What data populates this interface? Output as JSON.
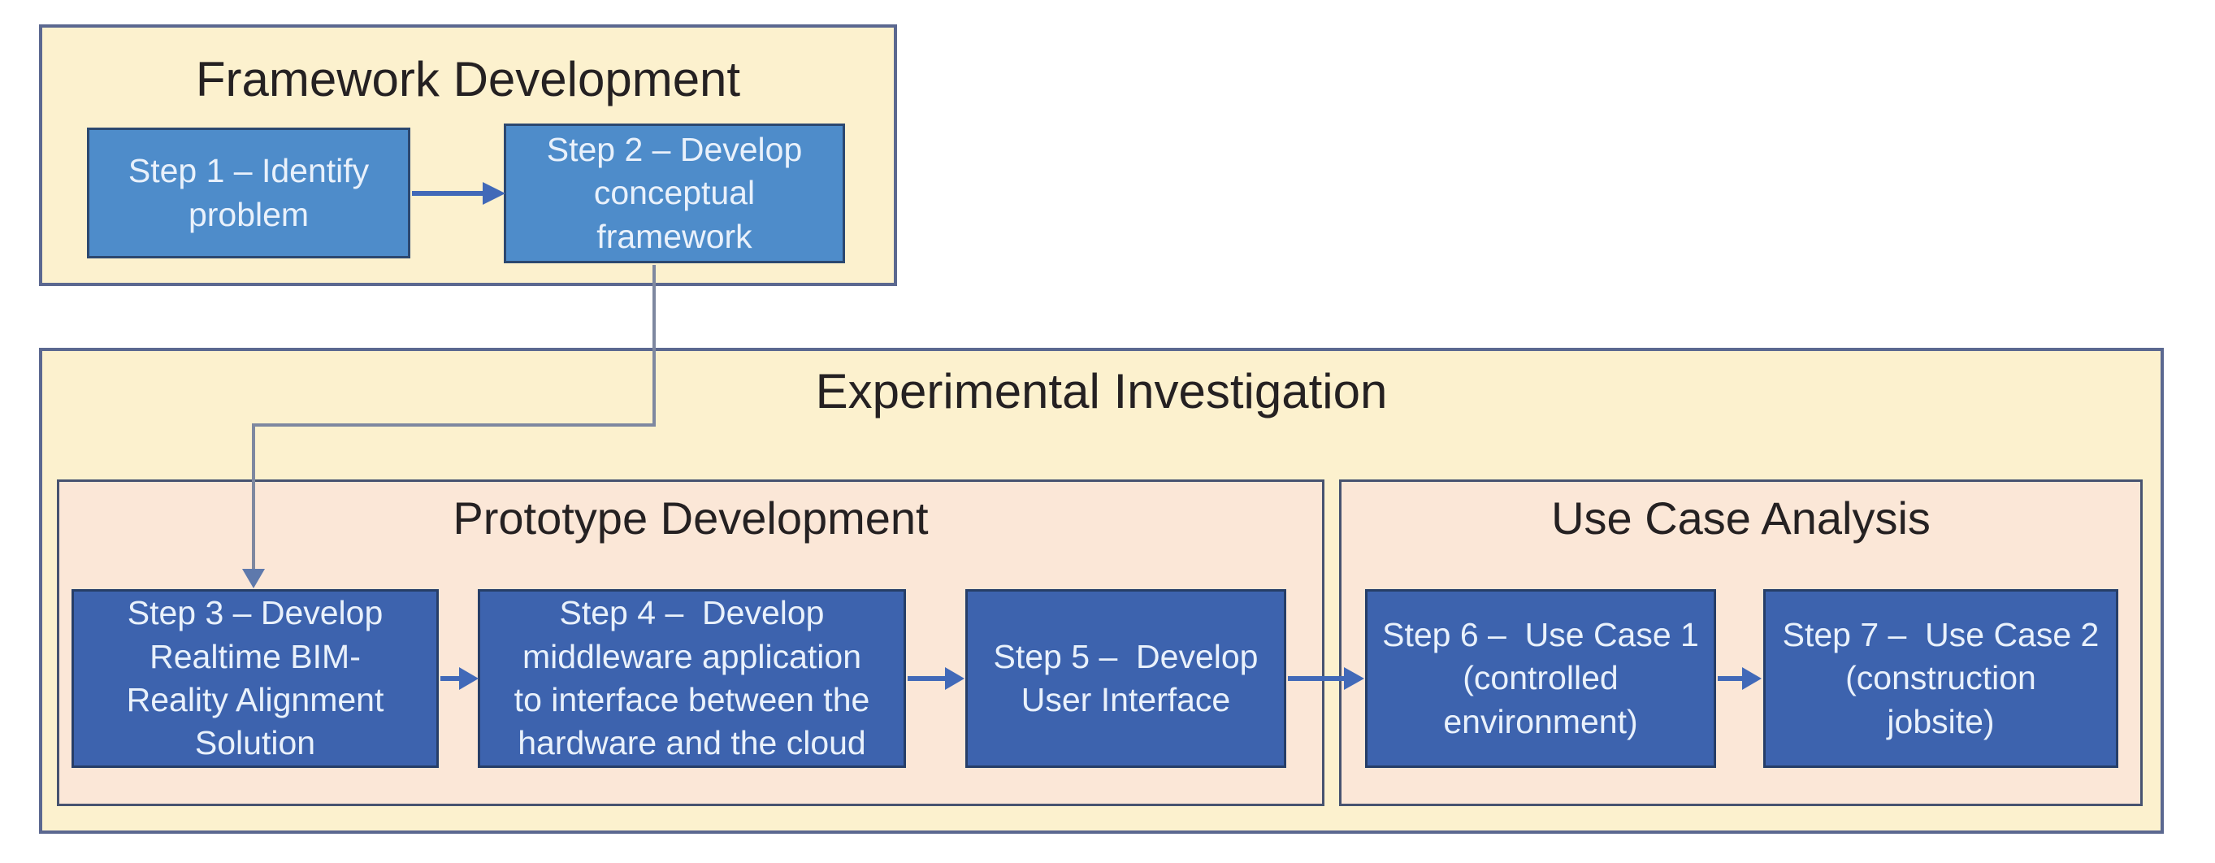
{
  "diagram": {
    "type": "research-methodology-flowchart",
    "colors": {
      "page_background": "#FFFFFF",
      "section_fill": "#FCF1CE",
      "subsection_fill": "#FBE7D7",
      "step_fill_top_row": "#4E8CCA",
      "step_fill_bottom_row": "#3D63AE",
      "step_text": "#E9F1FB",
      "title_text": "#252122",
      "arrow_blue": "#4169B8",
      "connector_gray": "#7E88A0"
    },
    "sections": {
      "framework": {
        "title": "Framework Development",
        "step1": "Step 1 – Identify\nproblem",
        "step2": "Step 2 – Develop\nconceptual\nframework"
      },
      "experimental": {
        "title": "Experimental Investigation",
        "prototype": {
          "title": "Prototype Development",
          "step3": "Step 3 – Develop\nRealtime BIM-\nReality Alignment\nSolution",
          "step4": "Step 4 –  Develop\nmiddleware application\nto interface between the\nhardware and the cloud",
          "step5": "Step 5 –  Develop\nUser Interface"
        },
        "use_case": {
          "title": "Use Case Analysis",
          "step6": "Step 6 –  Use Case 1\n(controlled\nenvironment)",
          "step7": "Step 7 –  Use Case 2\n(construction\njobsite)"
        }
      }
    }
  }
}
